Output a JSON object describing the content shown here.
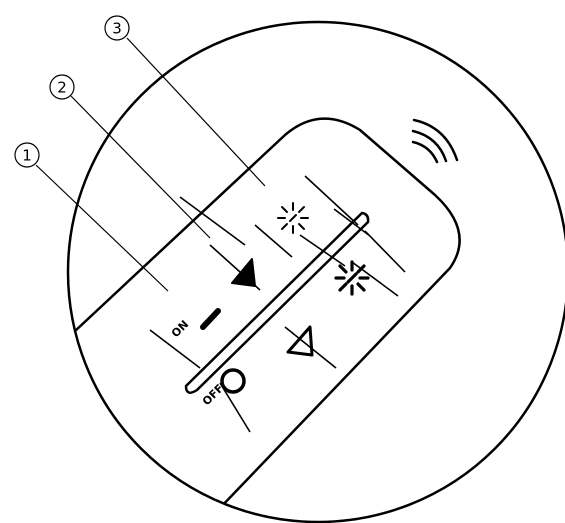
{
  "callouts": [
    {
      "number": "1"
    },
    {
      "number": "2"
    },
    {
      "number": "3"
    }
  ],
  "remote": {
    "on_label": "ON",
    "off_label": "OFF",
    "icons": [
      "on-bar-icon",
      "off-circle-icon",
      "speed-up-filled-triangle-icon",
      "speed-down-outline-triangle-icon",
      "dim-light-icon",
      "bright-light-icon",
      "wireless-signal-icon"
    ]
  }
}
